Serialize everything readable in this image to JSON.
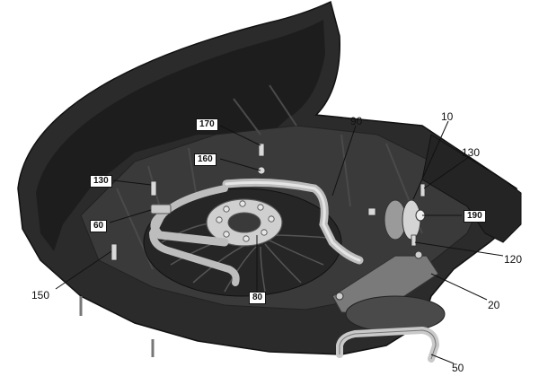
{
  "diagram": {
    "type": "exploded-parts-view",
    "colors": {
      "housing": "#2b2b2b",
      "housing_shade": "#1a1a1a",
      "housing_light": "#4a4a4a",
      "metal": "#c9c9c9",
      "metal_dark": "#8a8a8a",
      "leader": "#111111"
    },
    "callouts": {
      "c10": "10",
      "c20": "20",
      "c50": "50",
      "c60": "60",
      "c80": "80",
      "c90": "90",
      "c120": "120",
      "c130_left": "130",
      "c130_right": "130",
      "c150": "150",
      "c160": "160",
      "c170": "170",
      "c190": "190"
    }
  }
}
